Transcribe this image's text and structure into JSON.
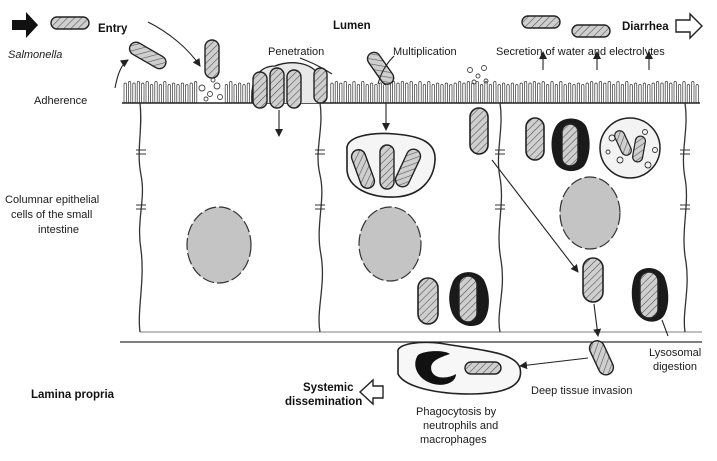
{
  "labels": {
    "salmonella": "Salmonella",
    "entry": "Entry",
    "lumen": "Lumen",
    "diarrhea": "Diarrhea",
    "penetration": "Penetration",
    "multiplication": "Multiplication",
    "secretion": "Secretion of water and electrolytes",
    "adherence": "Adherence",
    "columnar_line1": "Columnar epithelial",
    "columnar_line2": "cells of the small",
    "columnar_line3": "intestine",
    "lamina_propria": "Lamina propria",
    "systemic_line1": "Systemic",
    "systemic_line2": "dissemination",
    "phagocytosis_line1": "Phagocytosis by",
    "phagocytosis_line2": "neutrophils and",
    "phagocytosis_line3": "macrophages",
    "deep_tissue": "Deep tissue invasion",
    "lysosomal_line1": "Lysosomal",
    "lysosomal_line2": "digestion"
  },
  "colors": {
    "ink": "#222222",
    "cytoplasm_fill": "#c9c9c9",
    "lysosome_fill": "#1a1a1a"
  }
}
